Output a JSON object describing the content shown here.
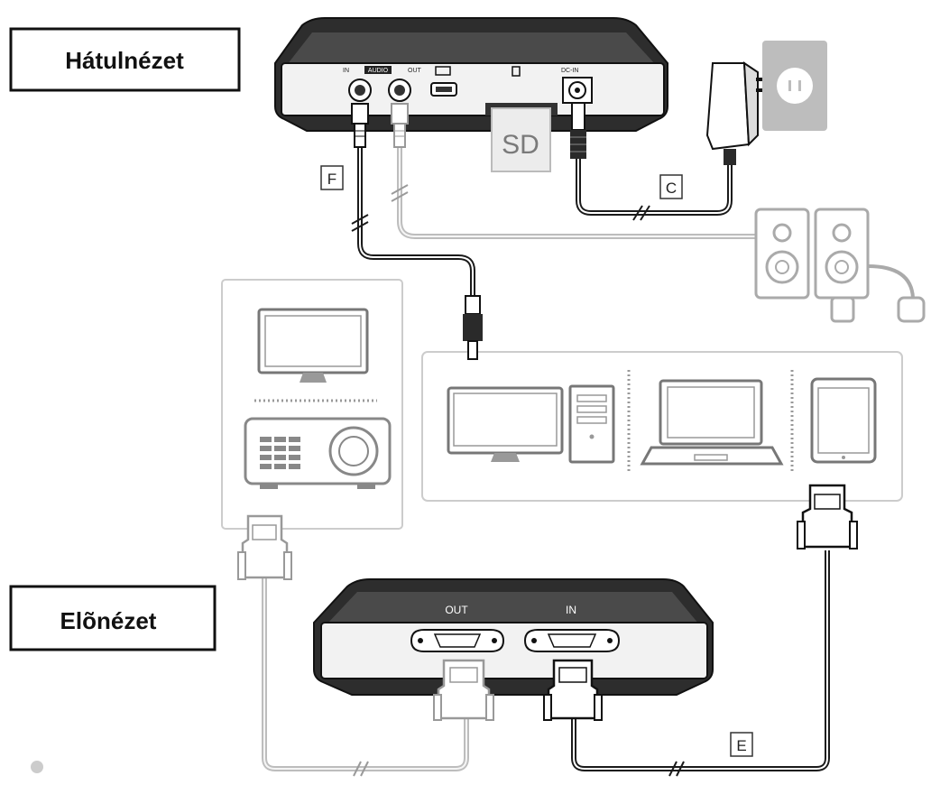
{
  "labels": {
    "rear_view": "Hátulnézet",
    "front_view": "Elõnézet"
  },
  "rear_panel": {
    "in_label": "IN",
    "audio_label": "AUDIO",
    "out_label": "OUT",
    "dc_label": "DC-IN",
    "sd_label": "SD"
  },
  "front_panel": {
    "out_label": "OUT",
    "in_label": "IN"
  },
  "cable_tags": {
    "f": "F",
    "c": "C",
    "e": "E"
  },
  "colors": {
    "device_dark": "#2a2a2a",
    "device_panel": "#f2f2f2",
    "outline": "#1a1a1a",
    "cable_gray": "#bfbfbf",
    "box_border": "#cfcfcf"
  },
  "icons": [
    "power-adapter-icon",
    "wall-outlet-icon",
    "speakers-icon",
    "monitor-icon",
    "projector-icon",
    "pc-tower-icon",
    "laptop-icon",
    "tablet-icon",
    "vga-connector-icon",
    "rca-plug-icon",
    "sd-card-icon"
  ]
}
